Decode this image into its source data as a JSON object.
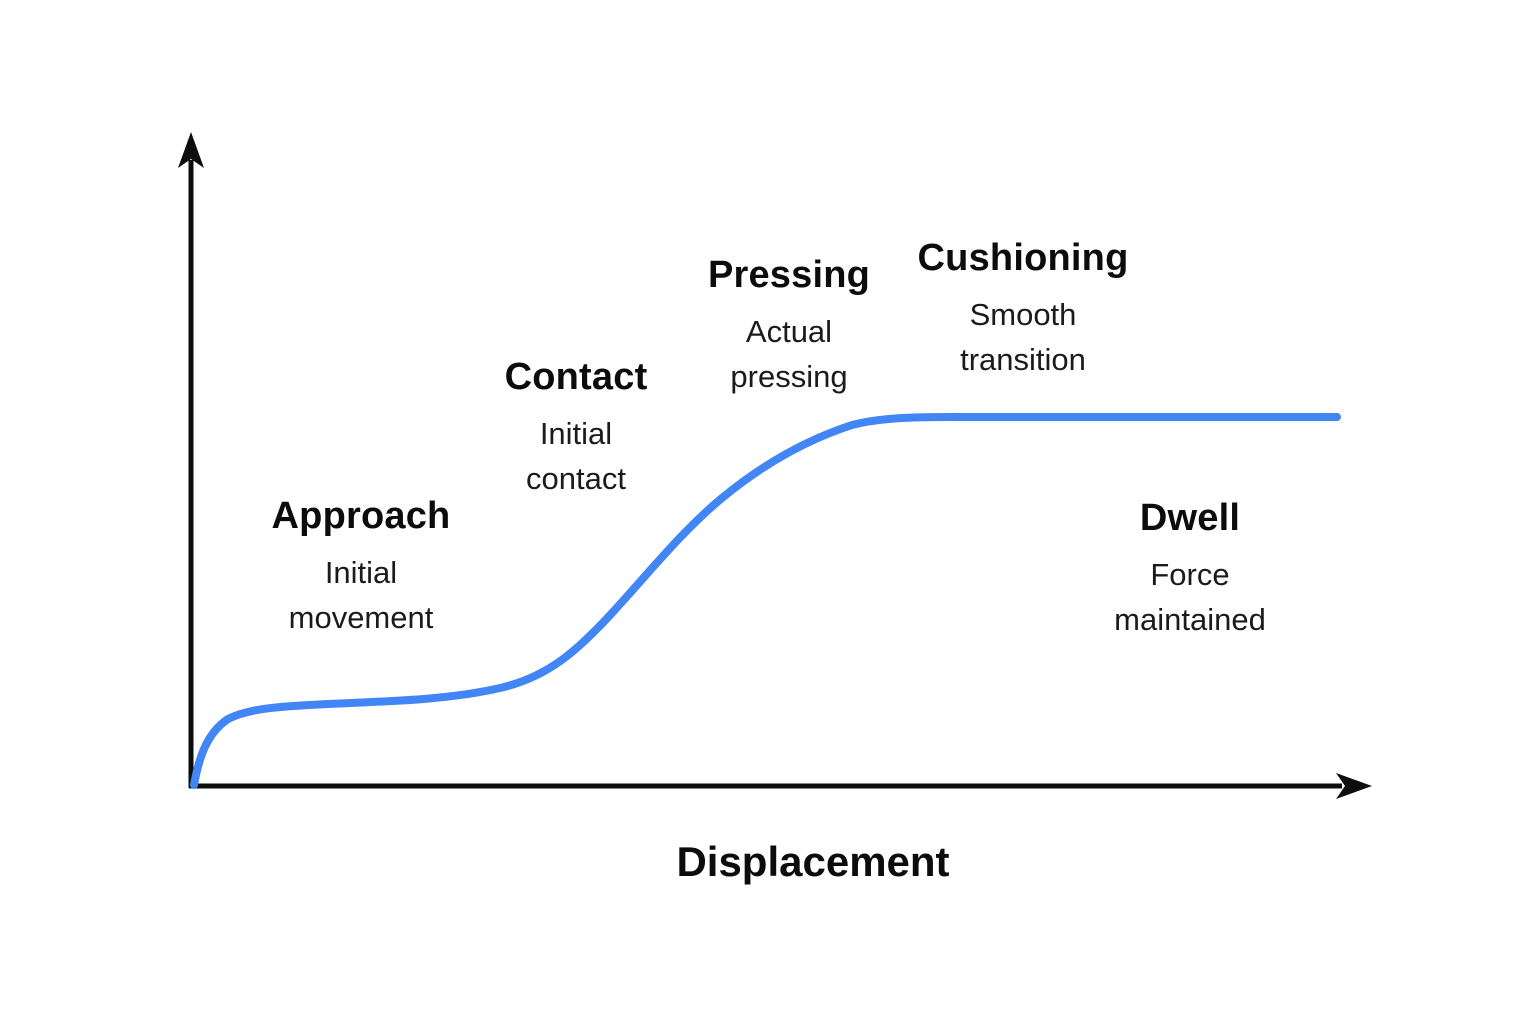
{
  "figure": {
    "background_color": "#ffffff",
    "axis_color": "#0d0d0d",
    "curve_color": "#4285F4",
    "x_axis_label": "Displacement",
    "phases": [
      {
        "name": "Approach",
        "description": "Initial\nmovement"
      },
      {
        "name": "Contact",
        "description": "Initial\ncontact"
      },
      {
        "name": "Pressing",
        "description": "Actual\npressing"
      },
      {
        "name": "Cushioning",
        "description": "Smooth\ntransition"
      },
      {
        "name": "Dwell",
        "description": "Force\nmaintained"
      }
    ]
  },
  "chart_data": {
    "type": "line",
    "title": "",
    "xlabel": "Displacement",
    "ylabel": "",
    "grid": false,
    "legend": "none",
    "axes": "unlabeled arrows, no ticks, no numeric scale",
    "x_range_normalized": [
      0,
      1
    ],
    "y_range_normalized": [
      0,
      1
    ],
    "series": [
      {
        "name": "force-displacement curve",
        "color": "#4285F4",
        "points_normalized": [
          [
            0.0,
            0.0
          ],
          [
            0.01,
            0.1
          ],
          [
            0.02,
            0.17
          ],
          [
            0.05,
            0.2
          ],
          [
            0.09,
            0.22
          ],
          [
            0.15,
            0.23
          ],
          [
            0.2,
            0.24
          ],
          [
            0.25,
            0.26
          ],
          [
            0.3,
            0.32
          ],
          [
            0.36,
            0.44
          ],
          [
            0.4,
            0.57
          ],
          [
            0.44,
            0.73
          ],
          [
            0.49,
            0.84
          ],
          [
            0.53,
            0.94
          ],
          [
            0.57,
            0.98
          ],
          [
            0.62,
            1.0
          ],
          [
            0.7,
            1.0
          ],
          [
            1.0,
            1.0
          ]
        ]
      }
    ],
    "annotations": [
      {
        "label": "Approach",
        "sublabel": "Initial movement",
        "x_normalized": 0.15
      },
      {
        "label": "Contact",
        "sublabel": "Initial contact",
        "x_normalized": 0.33
      },
      {
        "label": "Pressing",
        "sublabel": "Actual pressing",
        "x_normalized": 0.52
      },
      {
        "label": "Cushioning",
        "sublabel": "Smooth transition",
        "x_normalized": 0.73
      },
      {
        "label": "Dwell",
        "sublabel": "Force maintained",
        "x_normalized": 0.87
      }
    ]
  }
}
